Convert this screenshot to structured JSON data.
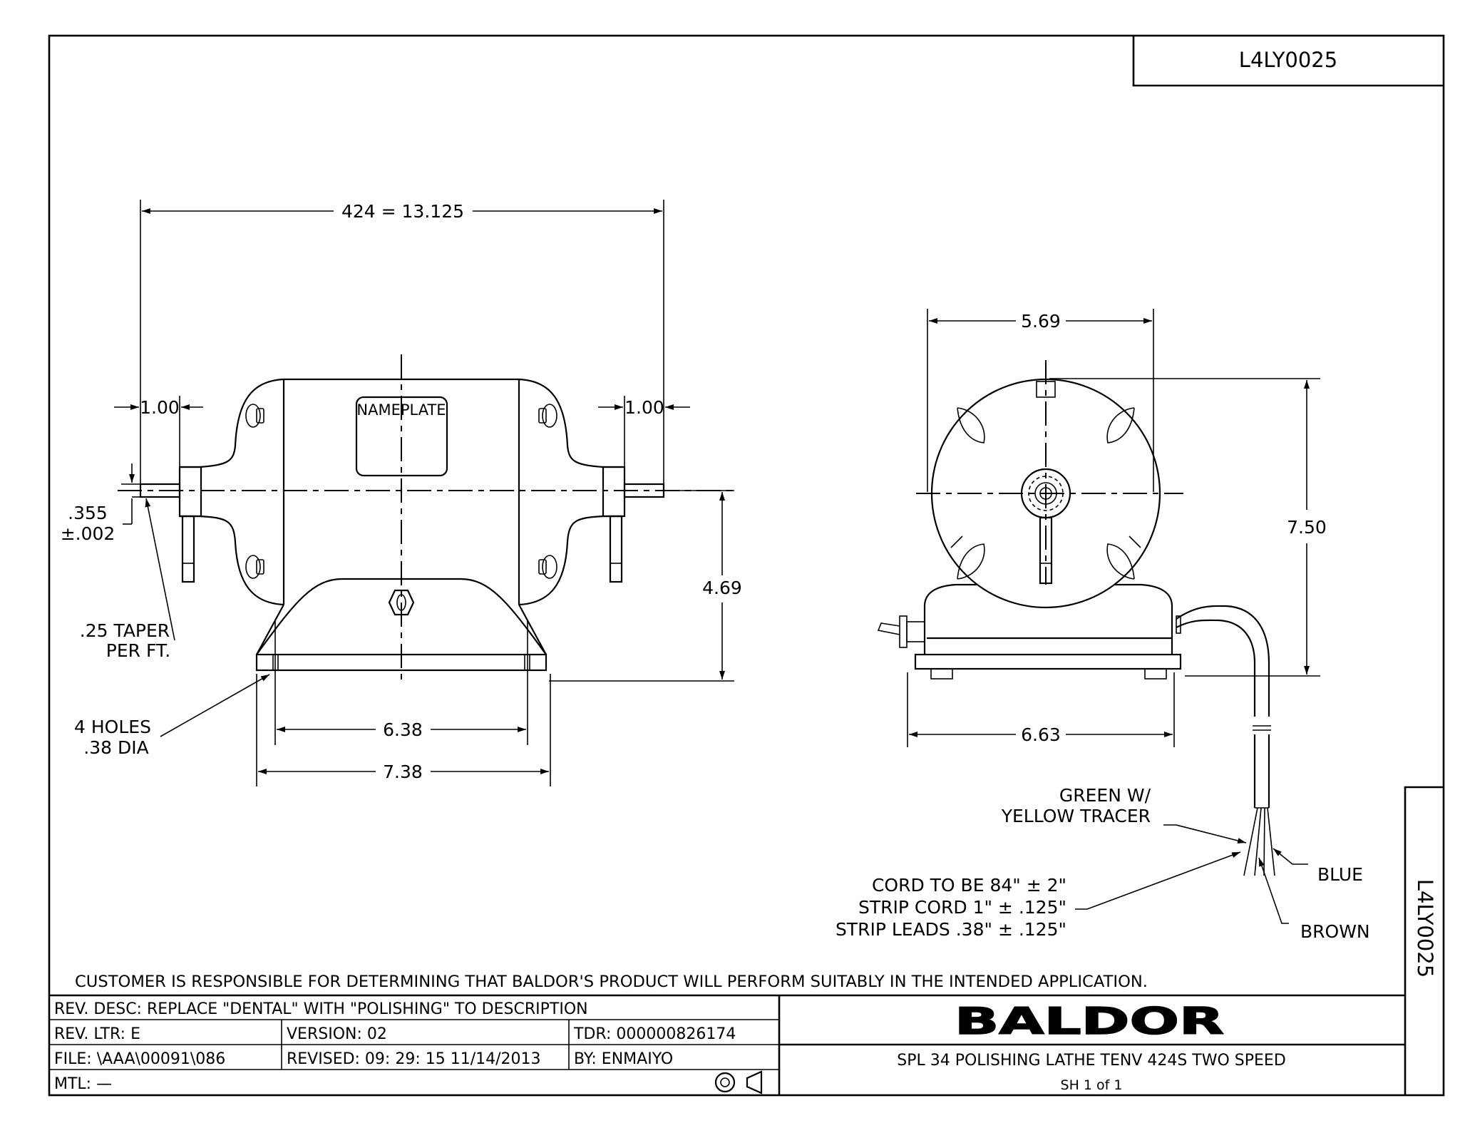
{
  "drawing_number": "L4LY0025",
  "side_drawing_number": "L4LY0025",
  "front_view": {
    "overall_length": "424 = 13.125",
    "shaft_ext_left": "1.00",
    "shaft_ext_right": "1.00",
    "nameplate": "NAMEPLATE",
    "shaft_dia_1": ".355",
    "shaft_dia_2": "±.002",
    "taper_1": ".25 TAPER",
    "taper_2": "PER FT.",
    "height": "4.69",
    "holes_1": "4 HOLES",
    "holes_2": ".38 DIA",
    "hole_spacing": "6.38",
    "base_width": "7.38"
  },
  "side_view": {
    "width_top": "5.69",
    "height": "7.50",
    "base_width": "6.63"
  },
  "wiring": {
    "green_1": "GREEN W/",
    "green_2": "YELLOW TRACER",
    "blue": "BLUE",
    "brown": "BROWN",
    "cord_1": "CORD TO BE 84\" ± 2\"",
    "cord_2": "STRIP CORD 1\" ± .125\"",
    "cord_3": "STRIP LEADS .38\" ± .125\""
  },
  "disclaimer": "CUSTOMER IS RESPONSIBLE FOR DETERMINING THAT BALDOR'S PRODUCT WILL PERFORM SUITABLY IN THE INTENDED APPLICATION.",
  "title_block": {
    "rev_desc": "REV. DESC: REPLACE \"DENTAL\" WITH \"POLISHING\" TO DESCRIPTION",
    "rev_ltr": "REV. LTR: E",
    "version": "VERSION: 02",
    "tdr": "TDR: 000000826174",
    "file": "FILE: \\AAA\\00091\\086",
    "revised": "REVISED: 09: 29: 15 11/14/2013",
    "by": "BY: ENMAIYO",
    "mtl": "MTL: —",
    "logo": "BALDOR",
    "description": "SPL 34 POLISHING LATHE TENV 424S TWO SPEED",
    "sheet": "SH 1 of 1"
  }
}
